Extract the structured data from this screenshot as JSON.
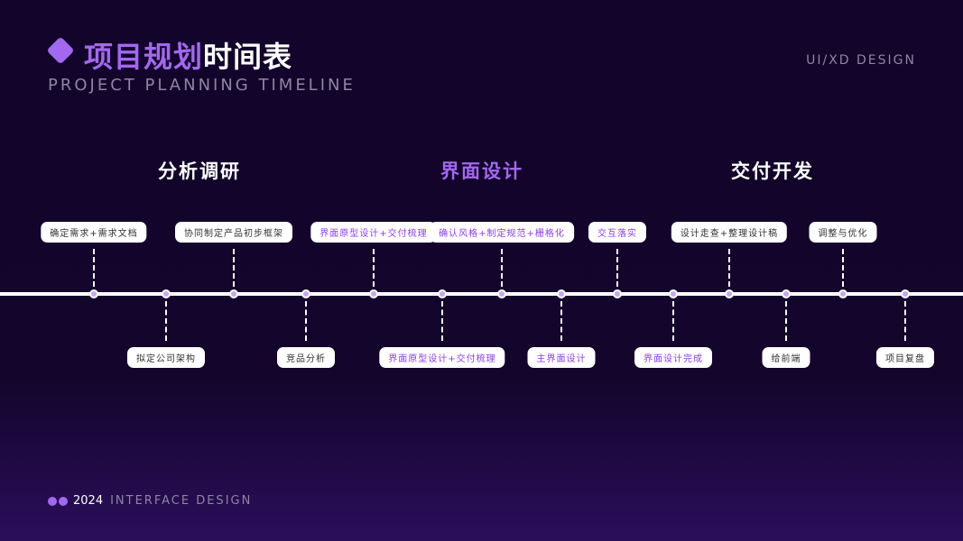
{
  "header": {
    "title_highlight": "项目规划",
    "title_rest": "时间表",
    "subtitle": "PROJECT PLANNING TIMELINE",
    "brand": "UI/XD DESIGN"
  },
  "phases": [
    {
      "label": "分析调研",
      "color": "#ffffff"
    },
    {
      "label": "界面设计",
      "color": "#a268f0"
    },
    {
      "label": "交付开发",
      "color": "#ffffff"
    }
  ],
  "milestones": [
    {
      "label": "确定需求+需求文档",
      "pos": "up",
      "phase": "analysis"
    },
    {
      "label": "拟定公司架构",
      "pos": "down",
      "phase": "analysis"
    },
    {
      "label": "协同制定产品初步框架",
      "pos": "up",
      "phase": "analysis"
    },
    {
      "label": "竞品分析",
      "pos": "down",
      "phase": "analysis"
    },
    {
      "label": "界面原型设计+交付梳理",
      "pos": "up",
      "phase": "design"
    },
    {
      "label": "界面原型设计+交付梳理",
      "pos": "down",
      "phase": "design"
    },
    {
      "label": "确认风格+制定规范+栅格化",
      "pos": "up",
      "phase": "design"
    },
    {
      "label": "主界面设计",
      "pos": "down",
      "phase": "design"
    },
    {
      "label": "交互落实",
      "pos": "up",
      "phase": "design"
    },
    {
      "label": "界面设计完成",
      "pos": "down",
      "phase": "design"
    },
    {
      "label": "设计走查+整理设计稿",
      "pos": "up",
      "phase": "delivery"
    },
    {
      "label": "给前端",
      "pos": "down",
      "phase": "delivery"
    },
    {
      "label": "调整与优化",
      "pos": "up",
      "phase": "delivery"
    },
    {
      "label": "项目复盘",
      "pos": "down",
      "phase": "delivery"
    }
  ],
  "footer": {
    "year": "2024",
    "text": "INTERFACE DESIGN"
  },
  "colors": {
    "accent": "#a268f0",
    "background": "#13052b"
  }
}
